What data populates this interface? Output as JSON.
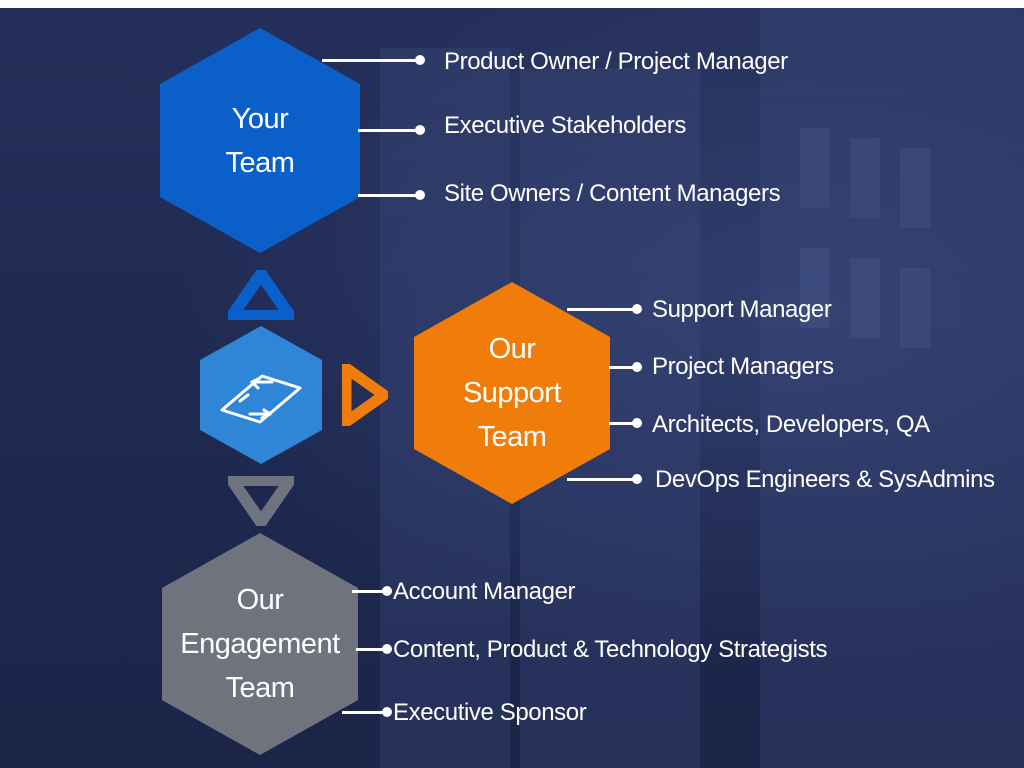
{
  "colors": {
    "your_team": "#0a5fc8",
    "support_team": "#f07d0a",
    "engagement_team": "#6e737e",
    "process_icon_bg": "#2f86d6",
    "arrow_blue": "#0a5fc8",
    "arrow_orange": "#f07d0a",
    "arrow_gray": "#6e737e"
  },
  "your_team": {
    "label": "Your\nTeam",
    "items": [
      "Product Owner / Project Manager",
      "Executive Stakeholders",
      "Site Owners / Content Managers"
    ]
  },
  "support_team": {
    "label": "Our\nSupport\nTeam",
    "items": [
      "Support Manager",
      "Project Managers",
      "Architects, Developers, QA",
      "DevOps Engineers & SysAdmins"
    ]
  },
  "engagement_team": {
    "label": "Our\nEngagement\nTeam",
    "items": [
      "Account Manager",
      "Content, Product & Technology Strategists",
      "Executive Sponsor"
    ]
  },
  "icons": {
    "center": "process-transfer-icon",
    "up_arrow": "triangle-up-icon",
    "right_arrow": "triangle-right-icon",
    "down_arrow": "triangle-down-icon"
  }
}
